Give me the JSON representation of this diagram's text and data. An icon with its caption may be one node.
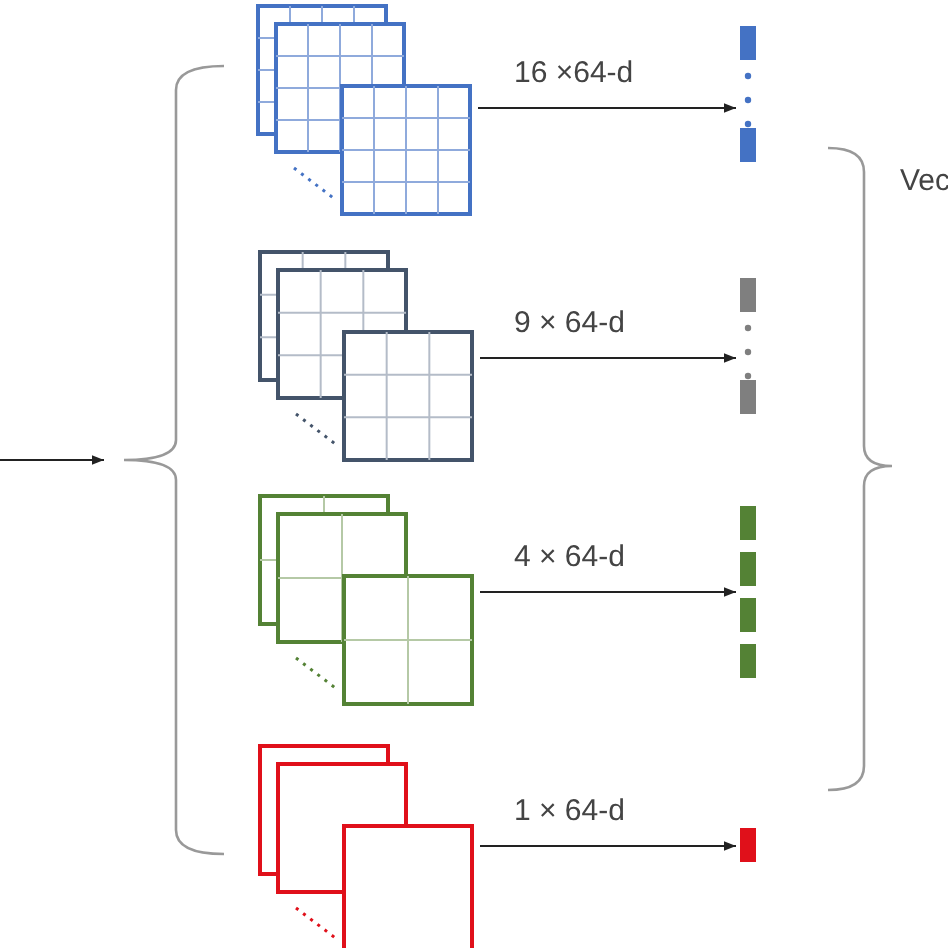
{
  "diagram": {
    "nodes": [
      {
        "text": [],
        "shape": "box"
      },
      {
        "text": [],
        "shape": "box"
      },
      {
        "text": [],
        "shape": "box"
      },
      {
        "text": [],
        "shape": "box"
      },
      {
        "text": [],
        "shape": "bar"
      },
      {
        "text": [],
        "shape": "bar"
      },
      {
        "text": [],
        "shape": "bar"
      },
      {
        "text": [],
        "shape": "bar"
      }
    ],
    "edges": [
      {
        "from": 0,
        "to": 4,
        "arrow": "to",
        "label": "16 ×64-d"
      },
      {
        "from": 1,
        "to": 5,
        "arrow": "to",
        "label": "9 × 64-d"
      },
      {
        "from": 2,
        "to": 6,
        "arrow": "to",
        "label": "4 × 64-d"
      },
      {
        "from": 3,
        "to": 7,
        "arrow": "to",
        "label": "1 × 64-d"
      }
    ],
    "labels": [
      "Vec"
    ]
  }
}
